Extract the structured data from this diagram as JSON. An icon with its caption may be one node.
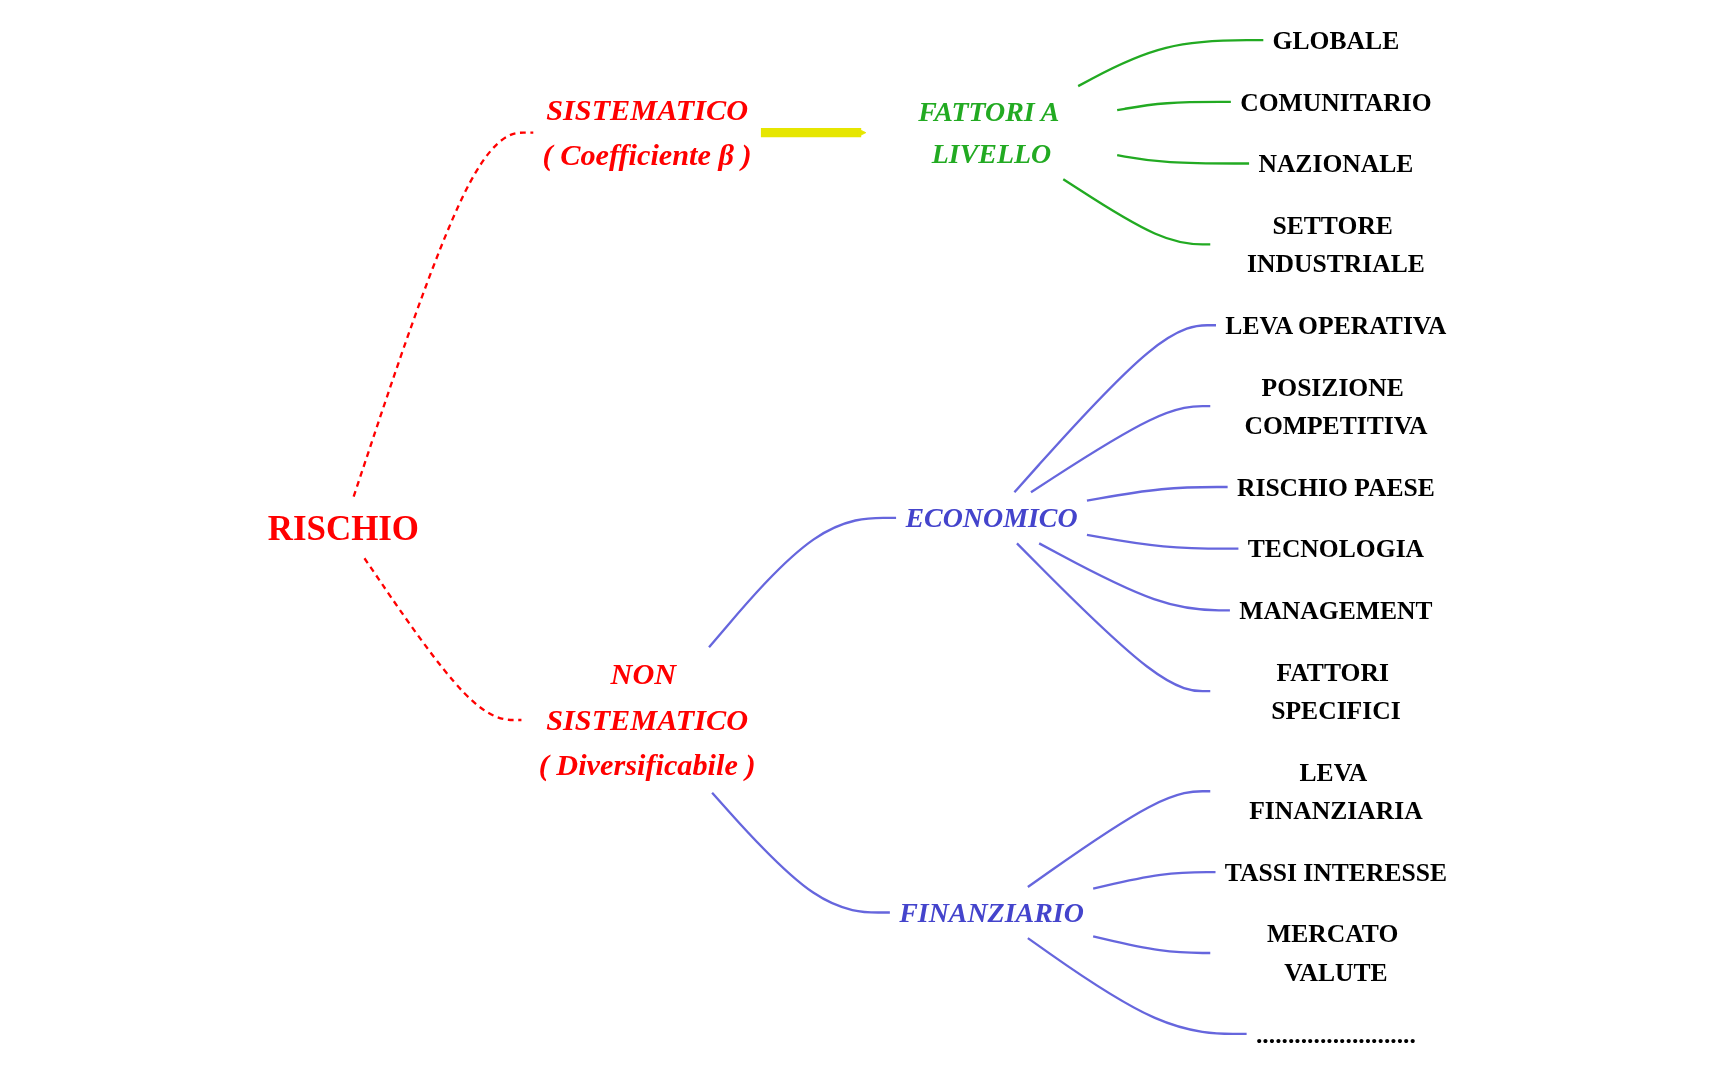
{
  "diagram": {
    "nodes": [
      {
        "text": [
          "RISCHIO"
        ]
      },
      {
        "text": [
          "SISTEMATICO",
          "( Coefficiente β )"
        ]
      },
      {
        "text": [
          "FATTORI A LIVELLO"
        ]
      },
      {
        "text": [
          "GLOBALE"
        ]
      },
      {
        "text": [
          "COMUNITARIO"
        ]
      },
      {
        "text": [
          "NAZIONALE"
        ]
      },
      {
        "text": [
          "SETTORE INDUSTRIALE"
        ]
      },
      {
        "text": [
          "NON SISTEMATICO",
          "( Diversificabile )"
        ]
      },
      {
        "text": [
          "ECONOMICO"
        ]
      },
      {
        "text": [
          "LEVA OPERATIVA"
        ]
      },
      {
        "text": [
          "POSIZIONE COMPETITIVA"
        ]
      },
      {
        "text": [
          "RISCHIO PAESE"
        ]
      },
      {
        "text": [
          "TECNOLOGIA"
        ]
      },
      {
        "text": [
          "MANAGEMENT"
        ]
      },
      {
        "text": [
          "FATTORI SPECIFICI"
        ]
      },
      {
        "text": [
          "FINANZIARIO"
        ]
      },
      {
        "text": [
          "LEVA FINANZIARIA"
        ]
      },
      {
        "text": [
          "TASSI INTERESSE"
        ]
      },
      {
        "text": [
          "MERCATO VALUTE"
        ]
      },
      {
        "text": [
          "........................."
        ]
      }
    ],
    "edges": [
      {
        "from": 0,
        "to": 1,
        "arrow": "none",
        "style": "dashed",
        "color": "#ff0000"
      },
      {
        "from": 0,
        "to": 7,
        "arrow": "none",
        "style": "dashed",
        "color": "#ff0000"
      },
      {
        "from": 1,
        "to": 2,
        "arrow": "to",
        "style": "thick",
        "color": "#e6e600"
      },
      {
        "from": 2,
        "to": 3,
        "arrow": "none",
        "color": "#22aa22"
      },
      {
        "from": 2,
        "to": 4,
        "arrow": "none",
        "color": "#22aa22"
      },
      {
        "from": 2,
        "to": 5,
        "arrow": "none",
        "color": "#22aa22"
      },
      {
        "from": 2,
        "to": 6,
        "arrow": "none",
        "color": "#22aa22"
      },
      {
        "from": 7,
        "to": 8,
        "arrow": "none"
      },
      {
        "from": 7,
        "to": 15,
        "arrow": "none"
      },
      {
        "from": 8,
        "to": 9,
        "arrow": "none"
      },
      {
        "from": 8,
        "to": 10,
        "arrow": "none"
      },
      {
        "from": 8,
        "to": 11,
        "arrow": "none"
      },
      {
        "from": 8,
        "to": 12,
        "arrow": "none"
      },
      {
        "from": 8,
        "to": 13,
        "arrow": "none"
      },
      {
        "from": 8,
        "to": 14,
        "arrow": "none"
      },
      {
        "from": 15,
        "to": 16,
        "arrow": "none"
      },
      {
        "from": 15,
        "to": 17,
        "arrow": "none"
      },
      {
        "from": 15,
        "to": 18,
        "arrow": "none"
      },
      {
        "from": 15,
        "to": 19,
        "arrow": "none"
      }
    ]
  }
}
